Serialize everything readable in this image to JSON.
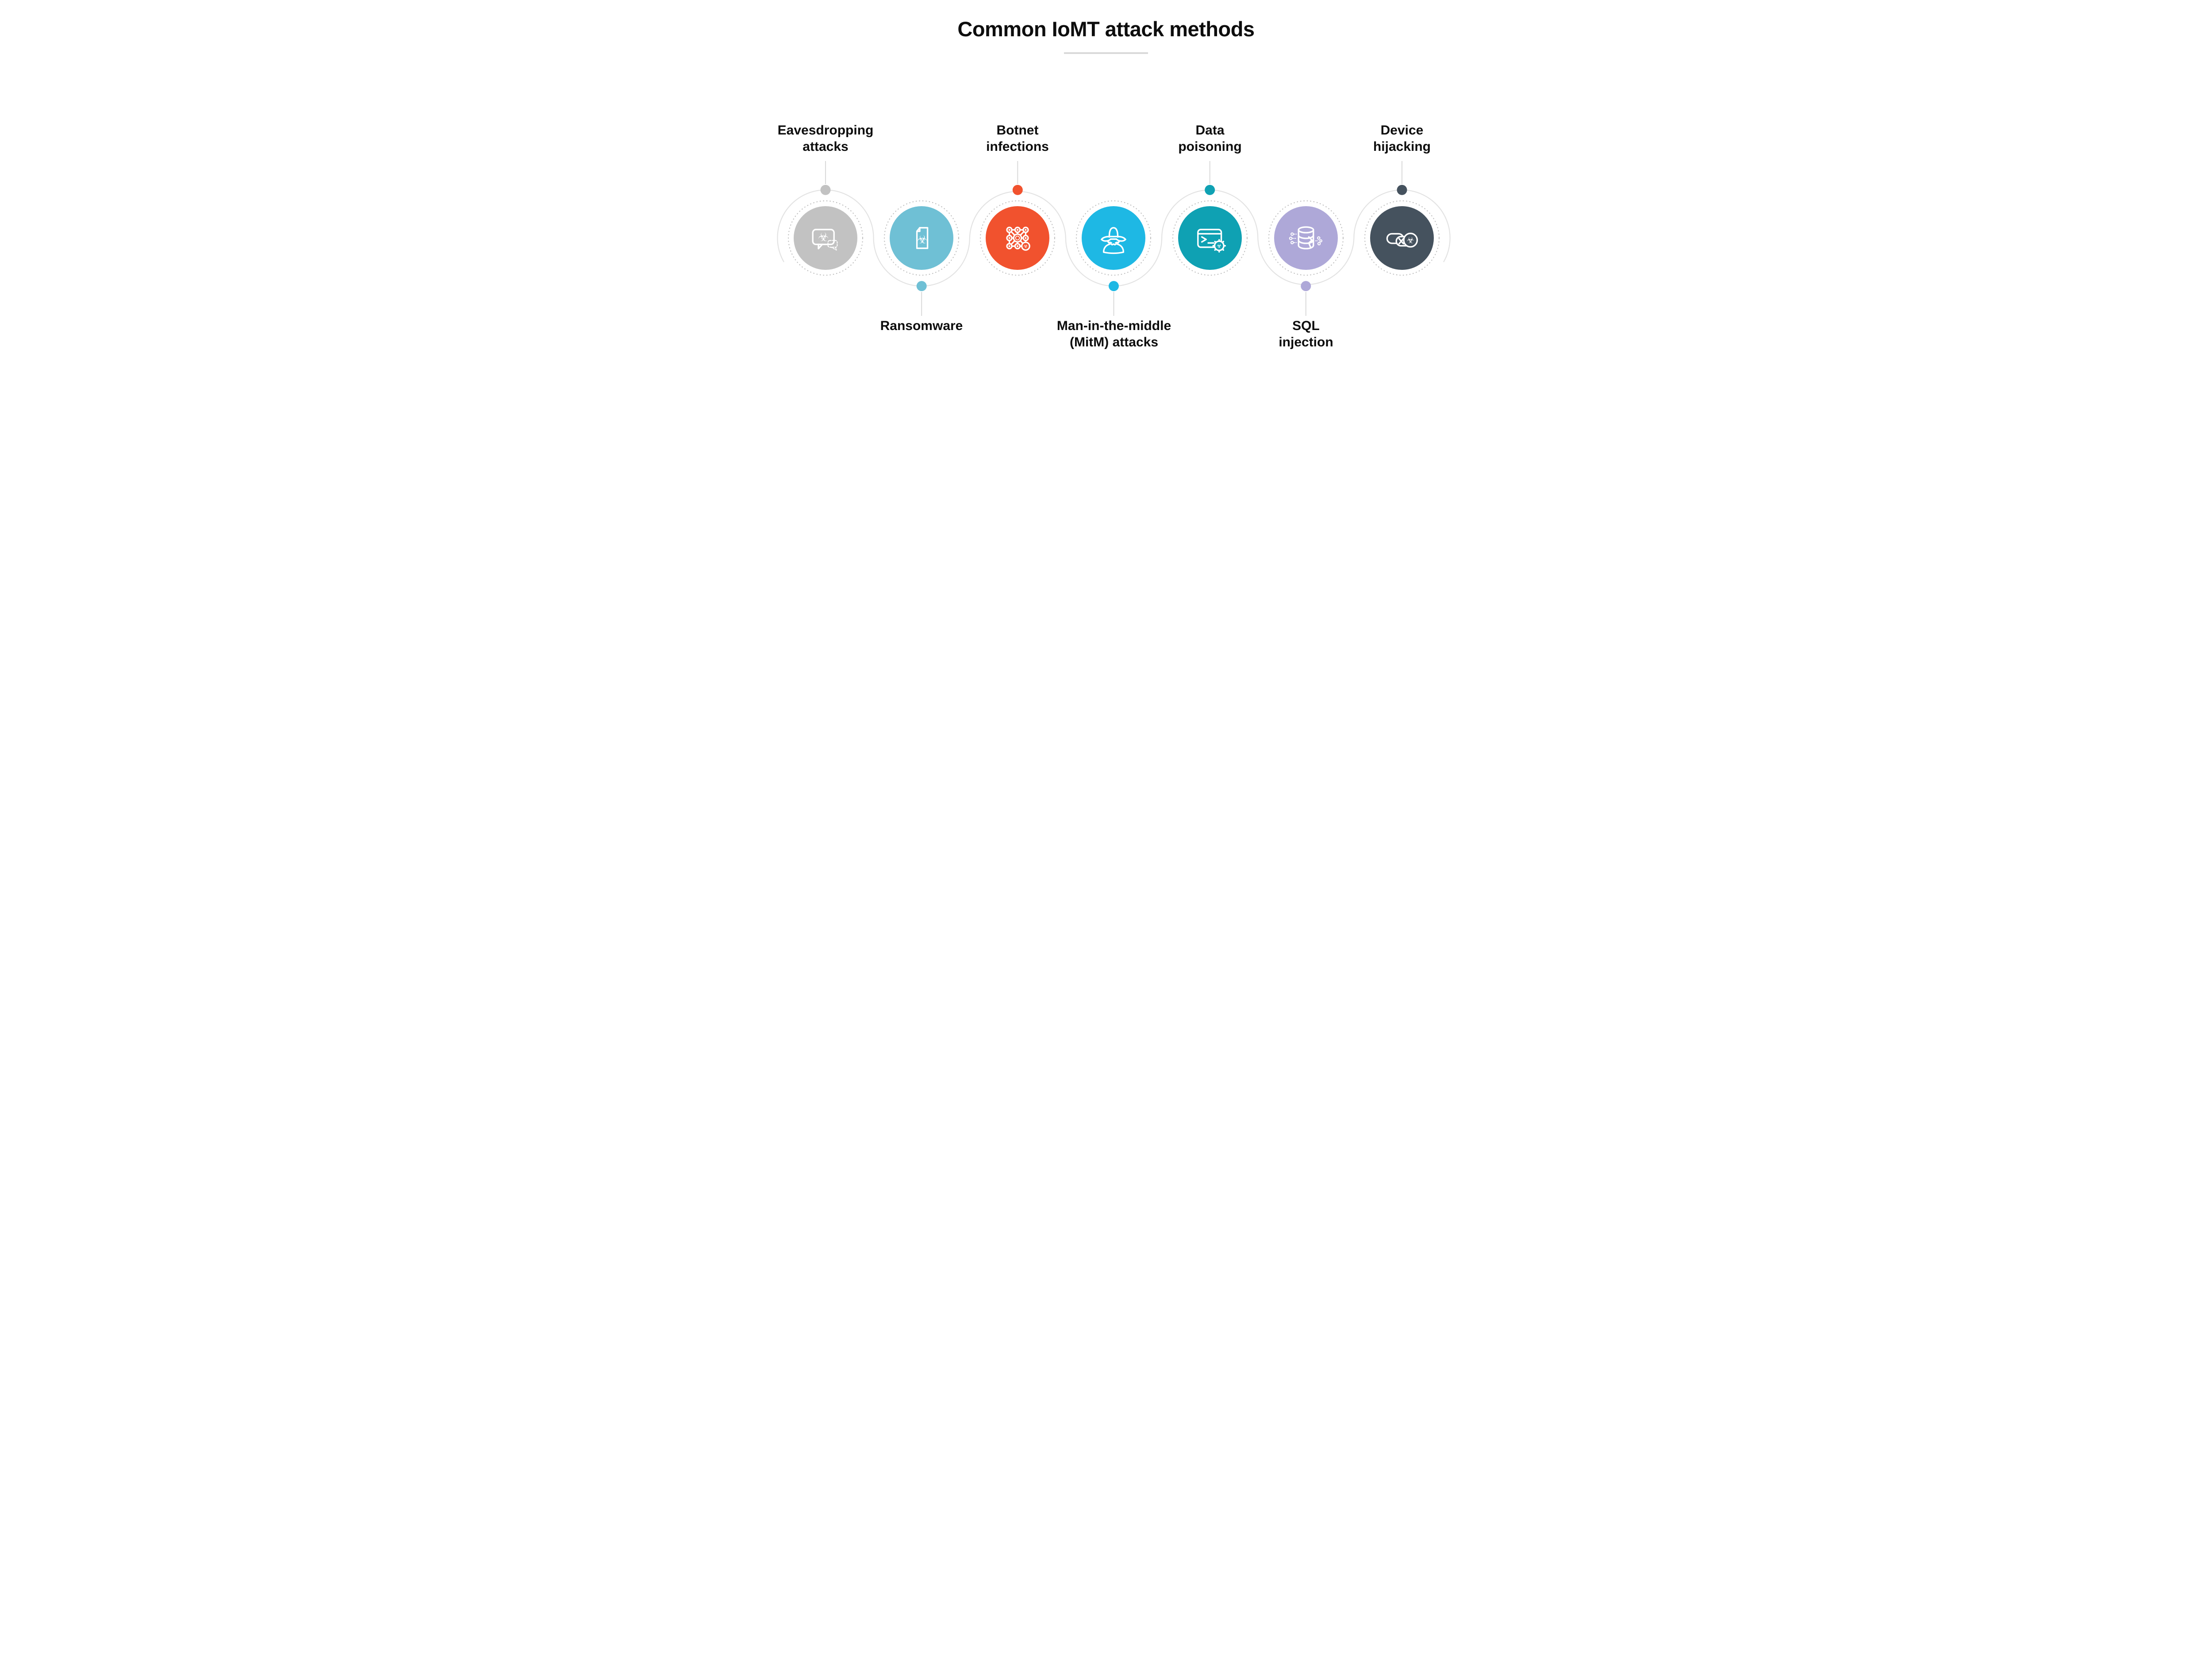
{
  "title": {
    "text": "Common IoMT attack methods"
  },
  "colors": {
    "background": "#FFFFFF",
    "text": "#0D0D0D",
    "title_underline": "#D9D9D9",
    "wave": "#E3E3E3",
    "dotted_ring": "#BDBDBD",
    "connector_line": "#D9D9D9",
    "icon_stroke": "#FFFFFF"
  },
  "glyphs": {
    "biohazard": "☣"
  },
  "items": [
    {
      "label": "Eavesdropping\nattacks",
      "position": "top",
      "color": "#C2C2C2",
      "icon": "biohazard-speech-bubble-icon"
    },
    {
      "label": "Ransomware",
      "position": "bottom",
      "color": "#6FC0D5",
      "icon": "infected-document-icon"
    },
    {
      "label": "Botnet\ninfections",
      "position": "top",
      "color": "#F1522E",
      "icon": "botnet-network-gear-icon"
    },
    {
      "label": "Man-in-the-middle\n(MitM) attacks",
      "position": "bottom",
      "color": "#1EB8E4",
      "icon": "spy-icon"
    },
    {
      "label": "Data\npoisoning",
      "position": "top",
      "color": "#0FA1B3",
      "icon": "terminal-malware-gear-icon"
    },
    {
      "label": "SQL\ninjection",
      "position": "bottom",
      "color": "#AEA8D8",
      "icon": "cracked-database-icon"
    },
    {
      "label": "Device\nhijacking",
      "position": "top",
      "color": "#45525E",
      "icon": "broken-chain-biohazard-icon"
    }
  ]
}
